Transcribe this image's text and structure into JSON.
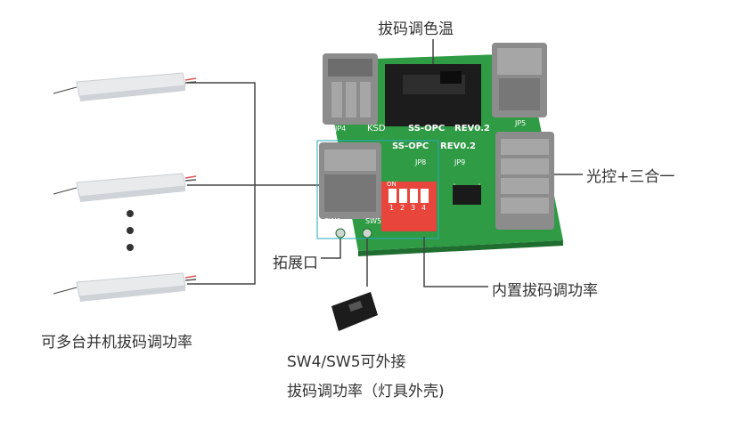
{
  "labels": {
    "dip_color_temp": "拔码调色温",
    "light_control": "光控+三合一",
    "expansion_port": "拓展口",
    "builtin_dip": "内置拔码调功率",
    "multi_parallel": "可多台并机拔码调功率",
    "sw_line1": "SW4/SW5可外接",
    "sw_line2": "拔码调功率（灯具外壳)"
  },
  "pcb": {
    "model": "SS-OPC",
    "rev": "REV0.2",
    "model2": "SS-OPC",
    "rev2": "REV0.2",
    "logo": "KSD",
    "jp4": "JP4",
    "jp5": "JP5",
    "jp8": "JP8",
    "jp9": "JP9",
    "sw4": "SW4",
    "sw5": "SW5",
    "dip_on": "ON",
    "dip_1": "1",
    "dip_2": "2",
    "dip_3": "3",
    "dip_4": "4"
  },
  "colors": {
    "pcb_green": "#2f9b45",
    "connector_gray": "#8c8c8c",
    "dip_red": "#e8453c",
    "line": "#4a4a4a"
  }
}
